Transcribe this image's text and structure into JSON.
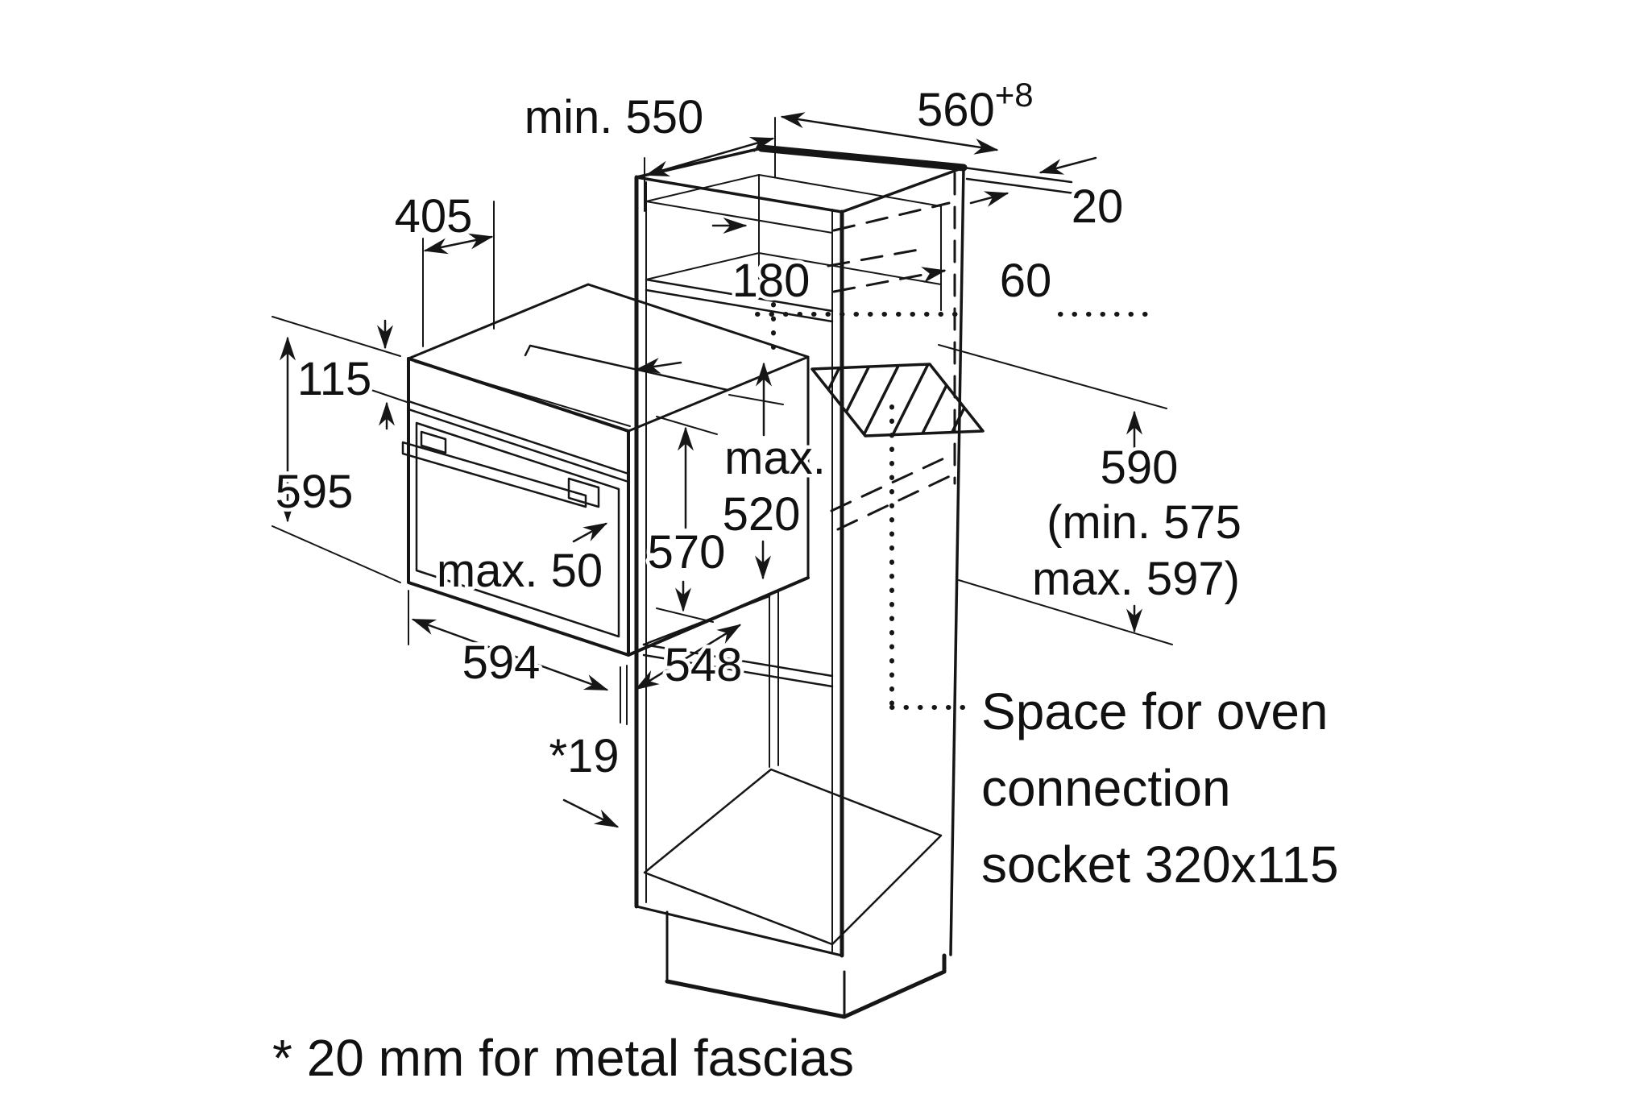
{
  "page": {
    "background": "#ffffff",
    "line_color": "#161616",
    "text_color": "#111111",
    "description_type": "oven installation dimension diagram"
  },
  "diagram": {
    "labels": {
      "niche_depth": "min. 550",
      "niche_width": "560",
      "niche_width_tolerance": "+8",
      "panel_thickness": "20",
      "oven_top_depth": "405",
      "control_panel_height": "115",
      "oven_height": "595",
      "handle_clearance": "max. 50",
      "oven_body_depth": "570",
      "lower_max_word": "max.",
      "lower_max_value": "520",
      "top_compartment_height": "180",
      "socket_offset": "60",
      "niche_height": "590",
      "niche_height_min": "(min. 575",
      "niche_height_max": "max. 597)",
      "oven_width": "594",
      "oven_body_width": "548",
      "fascia_gap": "*19",
      "socket_note_line1": "Space for oven",
      "socket_note_line2": "connection",
      "socket_note_line3": "socket 320x115",
      "footnote": "* 20 mm for metal fascias"
    }
  }
}
